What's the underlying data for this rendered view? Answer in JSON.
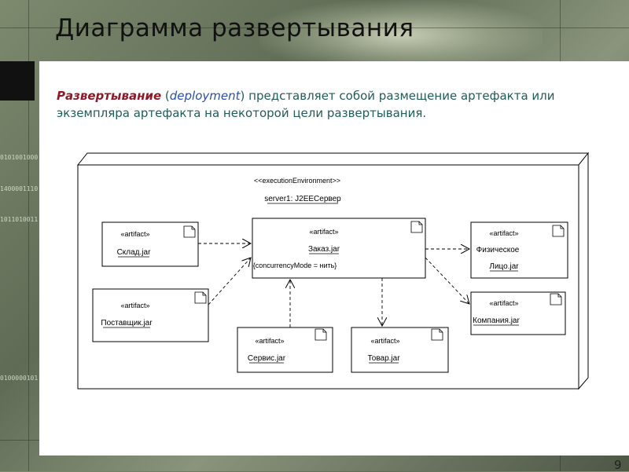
{
  "slide": {
    "title": "Диаграмма развертывания",
    "page_number": "9"
  },
  "definition": {
    "term": "Развертывание",
    "paren_open": " (",
    "english_term": "deployment",
    "paren_close": ")",
    "rest": " представляет собой размещение артефакта или экземпляра артефакта на некоторой цели развертывания."
  },
  "background": {
    "binary_strings": [
      "0101001000",
      "1400001110",
      "1011010011",
      "0100000101"
    ]
  },
  "diagram": {
    "node": {
      "stereotype": "<<executionEnvironment>>",
      "name": "server1: J2EEСервер"
    },
    "artifacts": {
      "sklad": {
        "stereotype": "«artifact»",
        "name": "Склад.jar"
      },
      "postavshik": {
        "stereotype": "«artifact»",
        "name": "Поставщик.jar"
      },
      "zakaz": {
        "stereotype": "«artifact»",
        "name": "Заказ.jar",
        "constraint": "{concurrencyMode = нить}"
      },
      "servis": {
        "stereotype": "«artifact»",
        "name": "Сервис.jar"
      },
      "tovar": {
        "stereotype": "«artifact»",
        "name": "Товар.jar"
      },
      "fiz": {
        "stereotype": "«artifact»",
        "name_line1": "Физическое",
        "name_line2": "Лицо.jar"
      },
      "kompaniya": {
        "stereotype": "«artifact»",
        "name": "Компания.jar"
      }
    }
  }
}
